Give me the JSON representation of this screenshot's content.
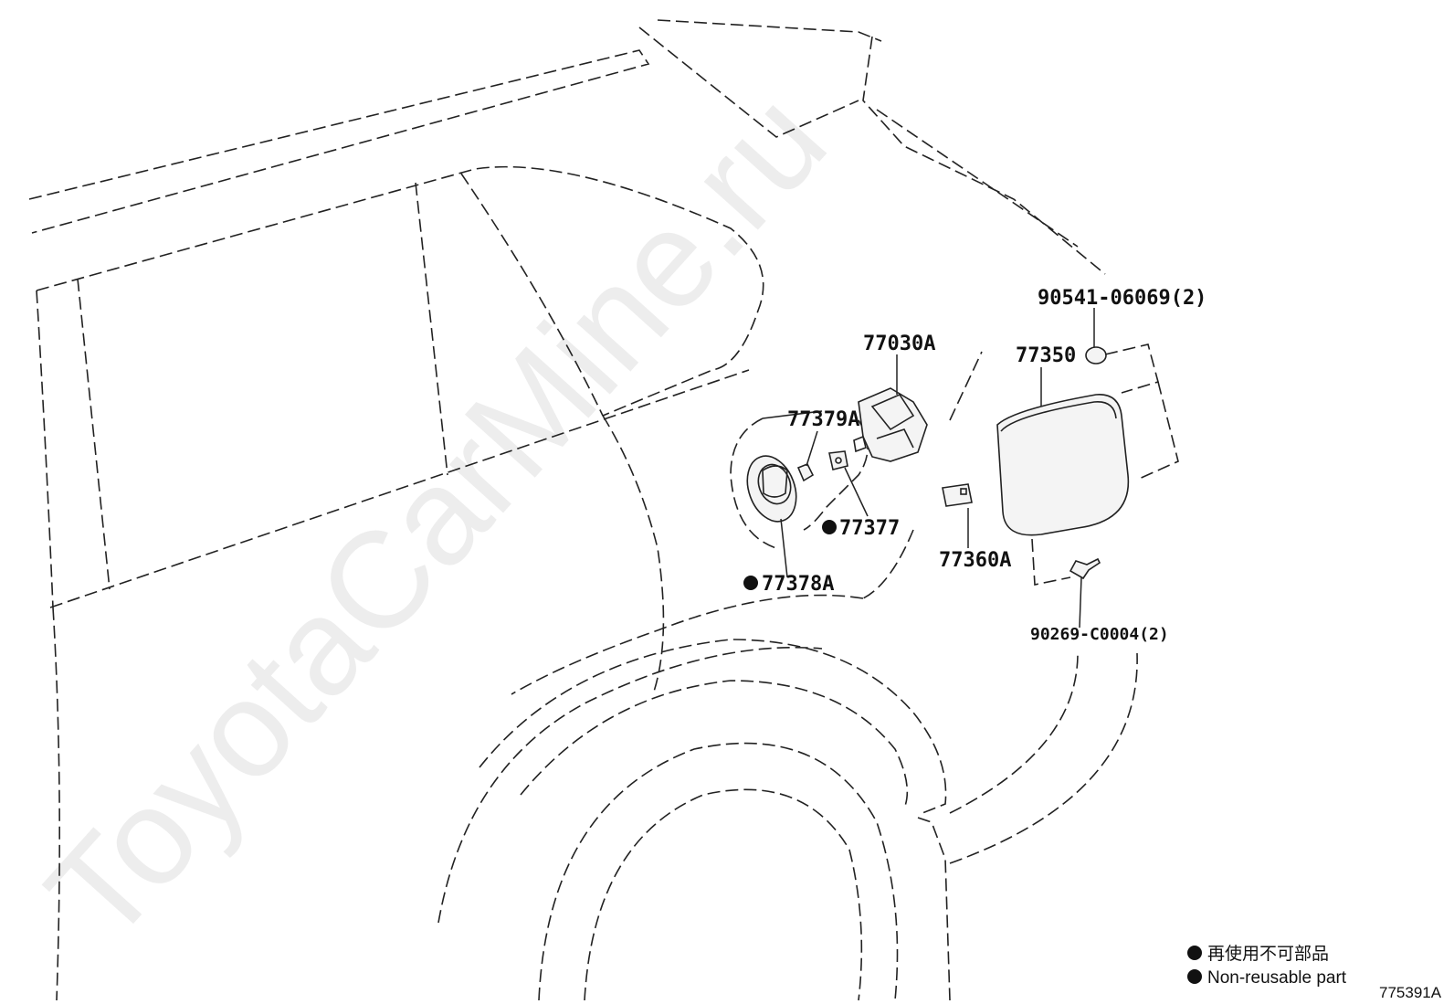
{
  "watermark": "ToyotaCarMine.ru",
  "parts": {
    "p90541": "90541-06069(2)",
    "p77030A": "77030A",
    "p77350": "77350",
    "p77379A": "77379A",
    "p77377": "77377",
    "p77378A": "77378A",
    "p77360A": "77360A",
    "p90269": "90269-C0004(2)"
  },
  "legend": {
    "jp": "再使用不可部品",
    "en": "Non-reusable part"
  },
  "figure_number": "775391A"
}
